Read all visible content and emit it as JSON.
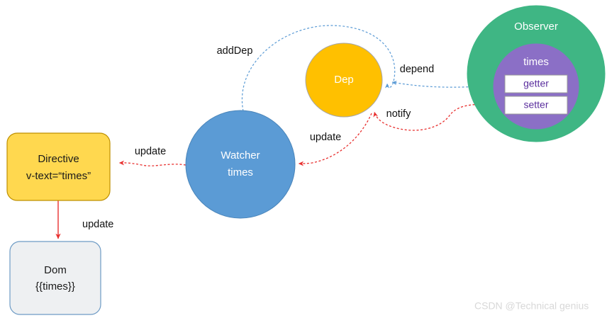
{
  "diagram": {
    "title_watermark": "CSDN @Technical genius",
    "nodes": {
      "directive": {
        "name": "Directive",
        "line1": "Directive",
        "line2": "v-text=“times”",
        "shape": "rounded-rect",
        "fill": "#FFD84F",
        "stroke": "#BF9000"
      },
      "dom": {
        "name": "Dom",
        "line1": "Dom",
        "line2": "{{times}}",
        "shape": "rounded-rect",
        "fill": "#EEF0F2",
        "stroke": "#6E9BC5"
      },
      "watcher": {
        "name": "Watcher",
        "line1": "Watcher",
        "line2": "times",
        "shape": "circle",
        "fill": "#5B9BD5",
        "stroke": "#4A85BA"
      },
      "dep": {
        "name": "Dep",
        "line1": "Dep",
        "shape": "circle",
        "fill": "#FFC000",
        "stroke": "#A6A6A6"
      },
      "observer": {
        "name": "Observer",
        "label": "Observer",
        "shape": "circle",
        "fill": "#3FB684",
        "stroke": "#3FB684"
      },
      "times": {
        "name": "times",
        "label": "times",
        "shape": "circle",
        "fill": "#8B6FC6",
        "stroke": "#8B6FC6"
      },
      "getter": {
        "name": "getter",
        "label": "getter",
        "shape": "rect",
        "fill": "#FFFFFF",
        "stroke": "#9A9A9A",
        "text_color": "#5B2F9E"
      },
      "setter": {
        "name": "setter",
        "label": "setter",
        "shape": "rect",
        "fill": "#FFFFFF",
        "stroke": "#9A9A9A",
        "text_color": "#5B2F9E"
      }
    },
    "edges": [
      {
        "id": "add-dep",
        "label": "addDep",
        "from": "watcher",
        "to": "dep",
        "color": "#5B9BD5",
        "style": "dashed"
      },
      {
        "id": "depend",
        "label": "depend",
        "from": "getter",
        "to": "dep",
        "color": "#5B9BD5",
        "style": "dashed"
      },
      {
        "id": "notify",
        "label": "notify",
        "from": "setter",
        "to": "dep",
        "color": "#E8302F",
        "style": "dashed"
      },
      {
        "id": "update-dep-watcher",
        "label": "update",
        "from": "dep",
        "to": "watcher",
        "color": "#E8302F",
        "style": "dashed"
      },
      {
        "id": "update-watcher-directive",
        "label": "update",
        "from": "watcher",
        "to": "directive",
        "color": "#E8302F",
        "style": "dashed"
      },
      {
        "id": "update-directive-dom",
        "label": "update",
        "from": "directive",
        "to": "dom",
        "color": "#E8302F",
        "style": "solid"
      }
    ]
  }
}
